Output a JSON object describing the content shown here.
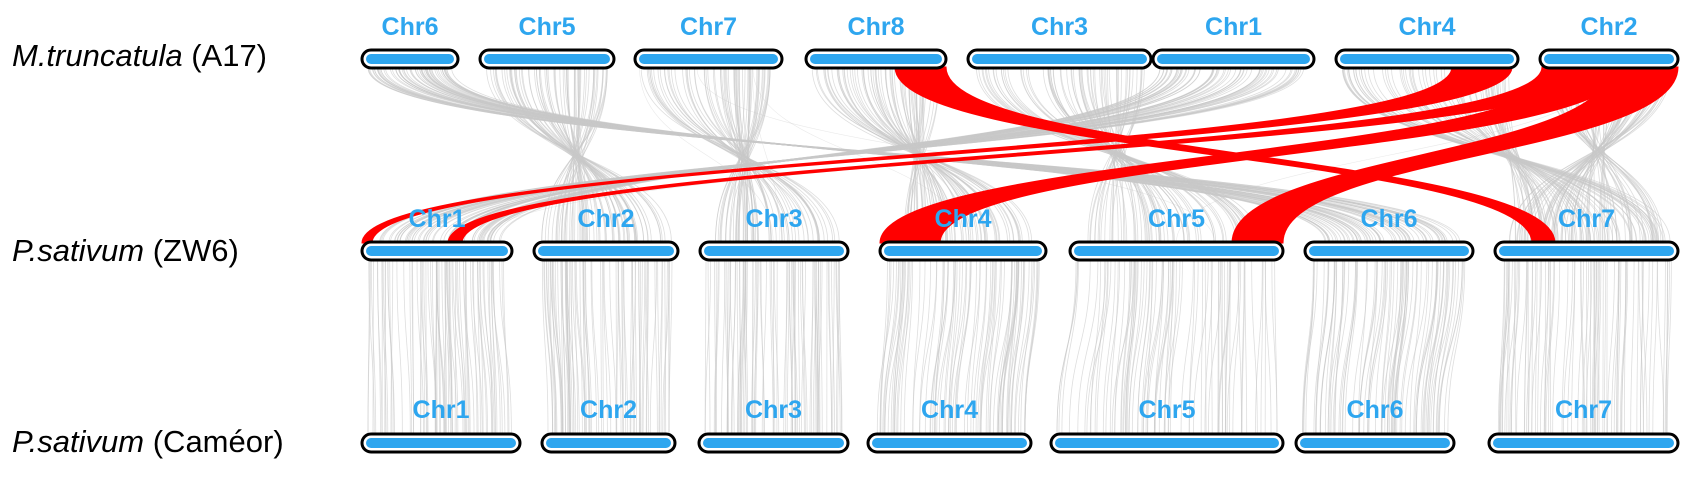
{
  "genomes": [
    {
      "species": "M.truncatula",
      "accession": "(A17)",
      "chromosomes": [
        "Chr6",
        "Chr5",
        "Chr7",
        "Chr8",
        "Chr3",
        "Chr1",
        "Chr4",
        "Chr2"
      ]
    },
    {
      "species": "P.sativum",
      "accession": "(ZW6)",
      "chromosomes": [
        "Chr1",
        "Chr2",
        "Chr3",
        "Chr4",
        "Chr5",
        "Chr6",
        "Chr7"
      ]
    },
    {
      "species": "P.sativum",
      "accession": "(Caméor)",
      "chromosomes": [
        "Chr1",
        "Chr2",
        "Chr3",
        "Chr4",
        "Chr5",
        "Chr6",
        "Chr7"
      ]
    }
  ],
  "colors": {
    "chromosome_fill": "#2ea6ef",
    "chromosome_outline": "#000000",
    "chromosome_label": "#2ea6ef",
    "synteny_background": "#c8c8c8",
    "synteny_highlight": "#ff0000"
  },
  "highlighted_links": [
    {
      "from_genome": "M.truncatula (A17)",
      "from_chr": "Chr8",
      "to_genome": "P.sativum (ZW6)",
      "to_chr": "Chr7"
    },
    {
      "from_genome": "M.truncatula (A17)",
      "from_chr": "Chr4",
      "to_genome": "P.sativum (ZW6)",
      "to_chr": "Chr1"
    },
    {
      "from_genome": "M.truncatula (A17)",
      "from_chr": "Chr2",
      "to_genome": "P.sativum (ZW6)",
      "to_chr": "Chr1"
    },
    {
      "from_genome": "M.truncatula (A17)",
      "from_chr": "Chr2",
      "to_genome": "P.sativum (ZW6)",
      "to_chr": "Chr4"
    },
    {
      "from_genome": "M.truncatula (A17)",
      "from_chr": "Chr2",
      "to_genome": "P.sativum (ZW6)",
      "to_chr": "Chr5"
    }
  ]
}
